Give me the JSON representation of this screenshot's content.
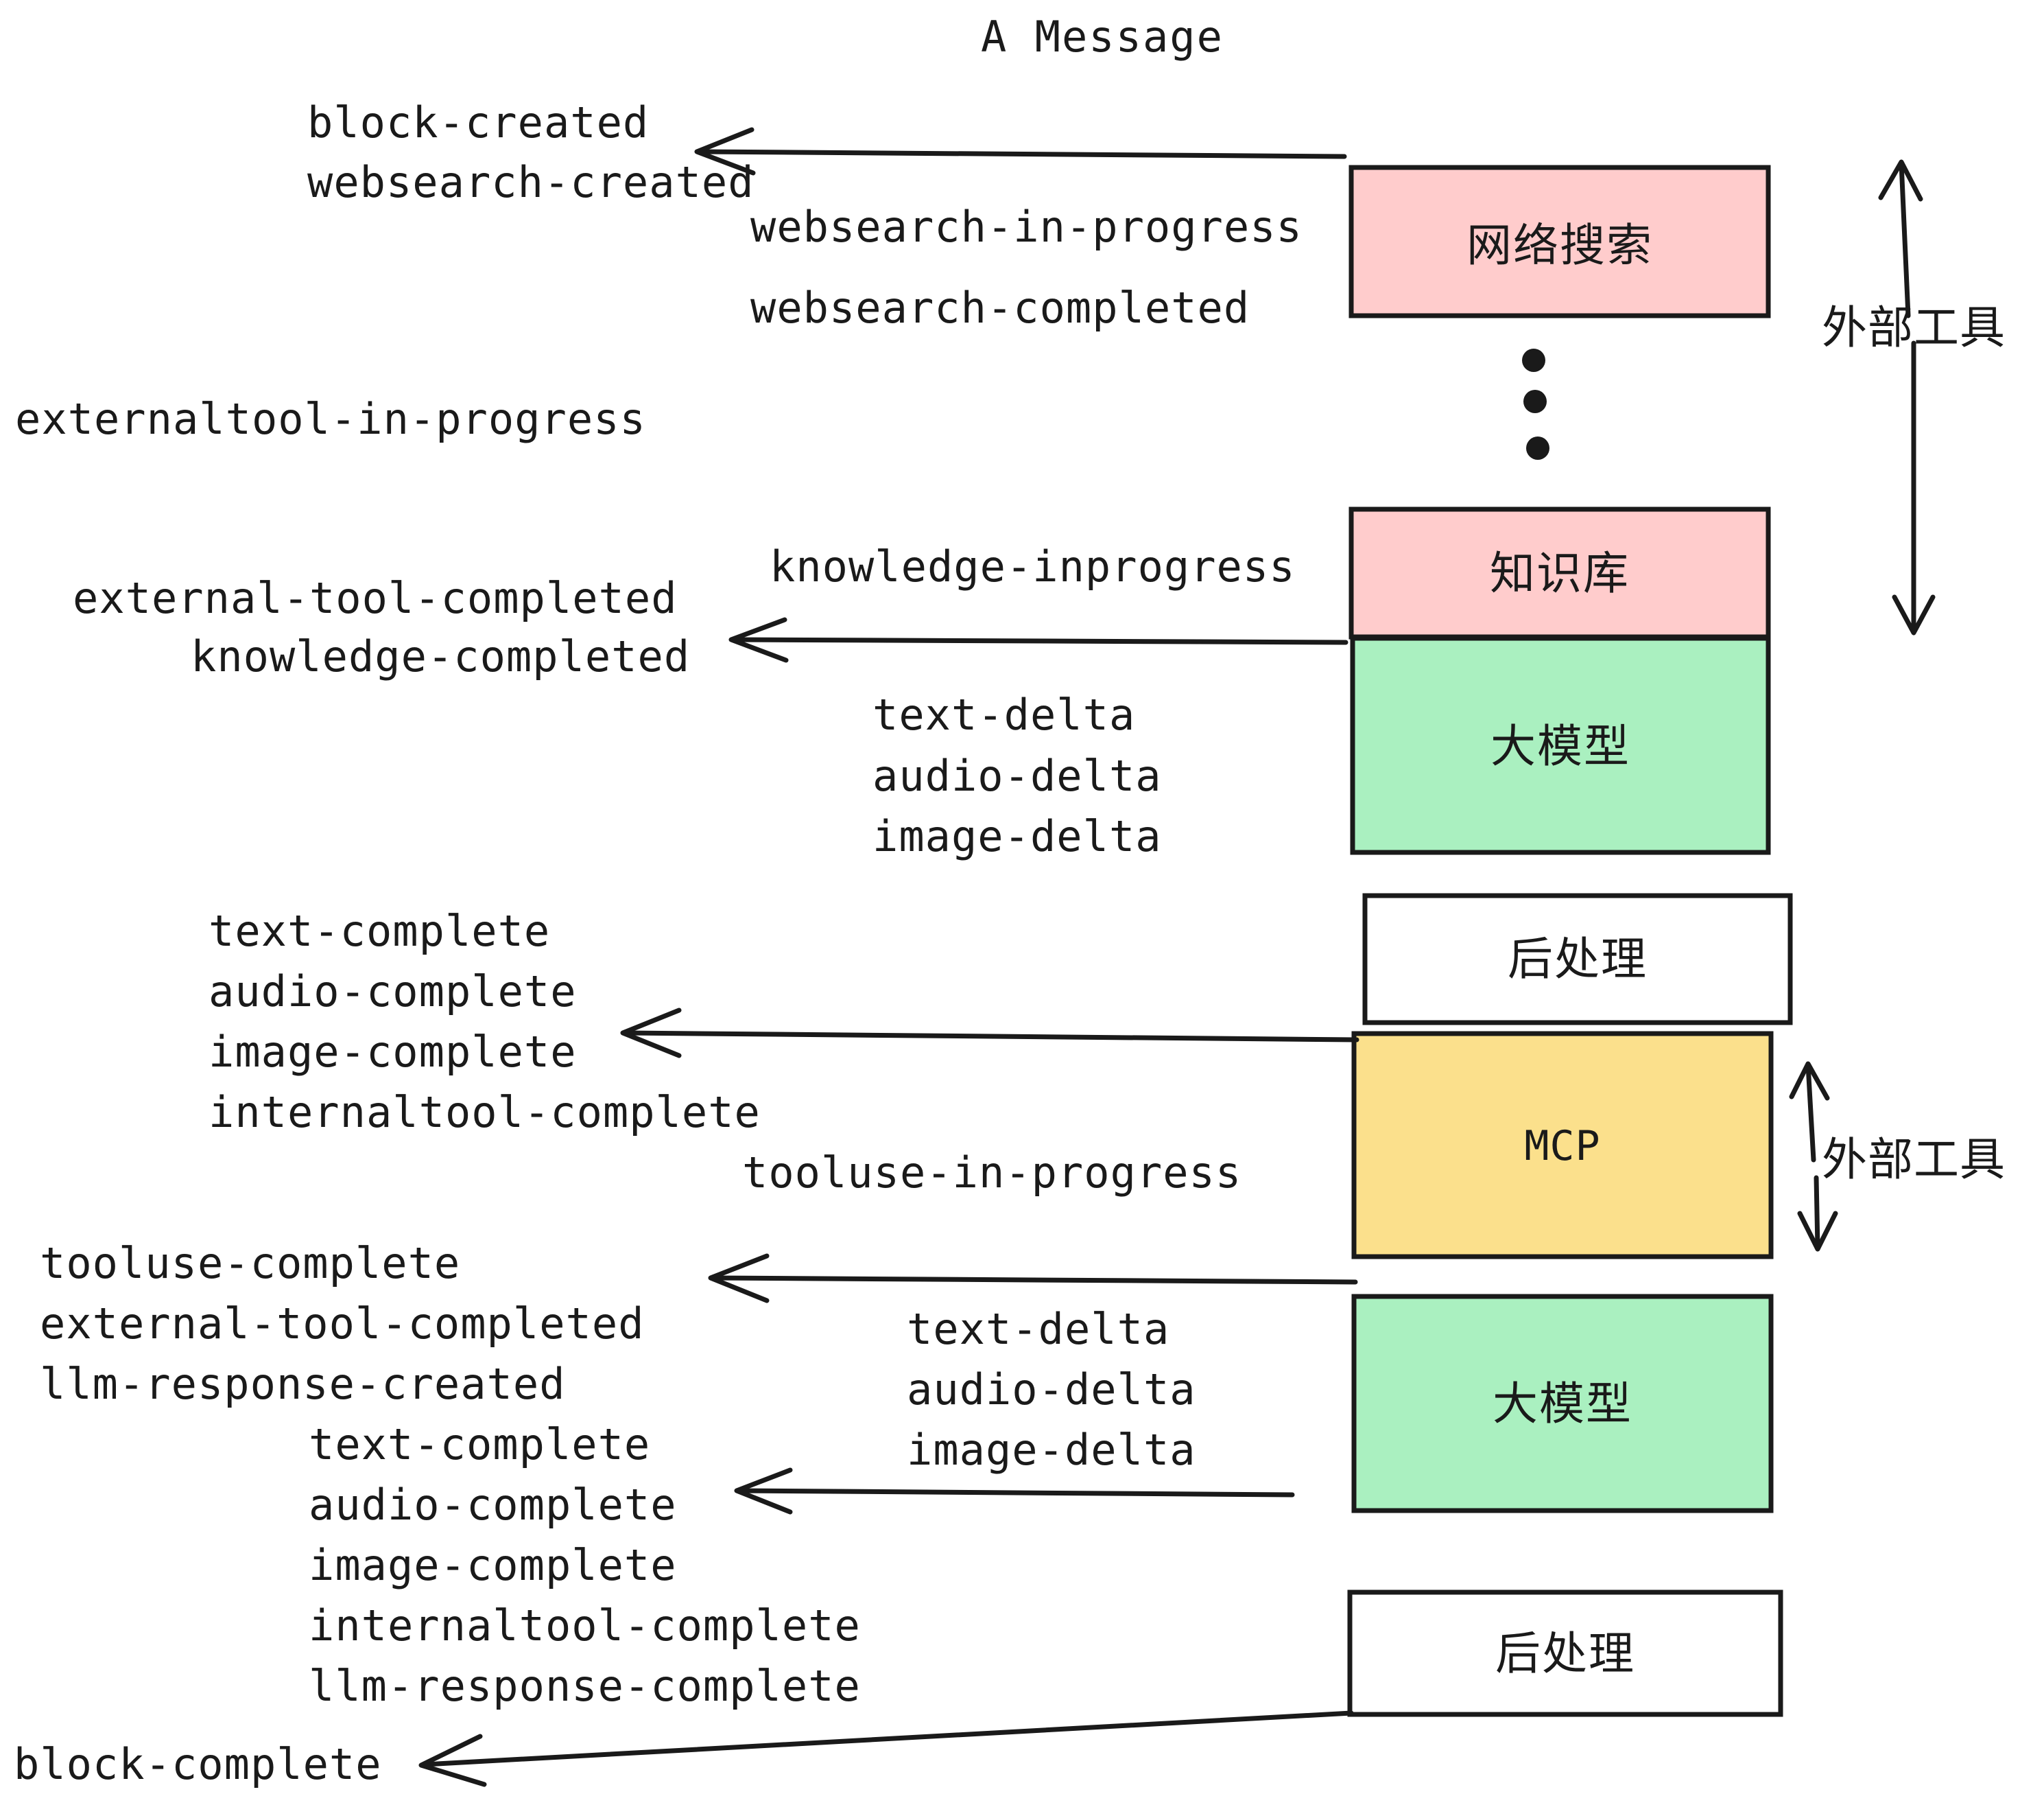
{
  "diagram": {
    "title": "A Message",
    "background": "#ffffff",
    "ink_color": "#1a1a1a"
  },
  "palette": {
    "pink": "#FFCCCC",
    "green": "#AAF0C0",
    "yellow": "#FBE08C",
    "white": "#FFFFFF",
    "stroke": "#1a1a1a"
  },
  "nodes": [
    {
      "id": "websearch",
      "label": "网络搜索",
      "fill": "#FFCCCC",
      "script": "cn"
    },
    {
      "id": "knowledge",
      "label": "知识库",
      "fill": "#FFCCCC",
      "script": "cn"
    },
    {
      "id": "llm-1",
      "label": "大模型",
      "fill": "#AAF0C0",
      "script": "cn"
    },
    {
      "id": "postprocess-1",
      "label": "后处理",
      "fill": "#FFFFFF",
      "script": "cn"
    },
    {
      "id": "mcp",
      "label": "MCP",
      "fill": "#FBE08C",
      "script": "mono"
    },
    {
      "id": "llm-2",
      "label": "大模型",
      "fill": "#AAF0C0",
      "script": "cn"
    },
    {
      "id": "postprocess-2",
      "label": "后处理",
      "fill": "#FFFFFF",
      "script": "cn"
    }
  ],
  "side_brackets": [
    {
      "id": "external-tools-top",
      "label": "外部工具"
    },
    {
      "id": "external-tools-bottom",
      "label": "外部工具"
    }
  ],
  "events": {
    "block_created": "block-created",
    "websearch_created": "websearch-created",
    "websearch_in_progress": "websearch-in-progress",
    "websearch_completed": "websearch-completed",
    "externaltool_in_progress": "externaltool-in-progress",
    "knowledge_inprogress": "knowledge-inprogress",
    "external_tool_completed_1": "external-tool-completed",
    "knowledge_completed": "knowledge-completed",
    "text_delta_1": "text-delta",
    "audio_delta_1": "audio-delta",
    "image_delta_1": "image-delta",
    "text_complete_1": "text-complete",
    "audio_complete_1": "audio-complete",
    "image_complete_1": "image-complete",
    "internaltool_complete_1": "internaltool-complete",
    "tooluse_in_progress": "tooluse-in-progress",
    "tooluse_complete": "tooluse-complete",
    "external_tool_completed_2": "external-tool-completed",
    "llm_response_created": "llm-response-created",
    "text_delta_2": "text-delta",
    "audio_delta_2": "audio-delta",
    "image_delta_2": "image-delta",
    "text_complete_2": "text-complete",
    "audio_complete_2": "audio-complete",
    "image_complete_2": "image-complete",
    "internaltool_complete_2": "internaltool-complete",
    "llm_response_complete": "llm-response-complete",
    "block_complete": "block-complete"
  },
  "ellipsis": {
    "dots": 3
  }
}
